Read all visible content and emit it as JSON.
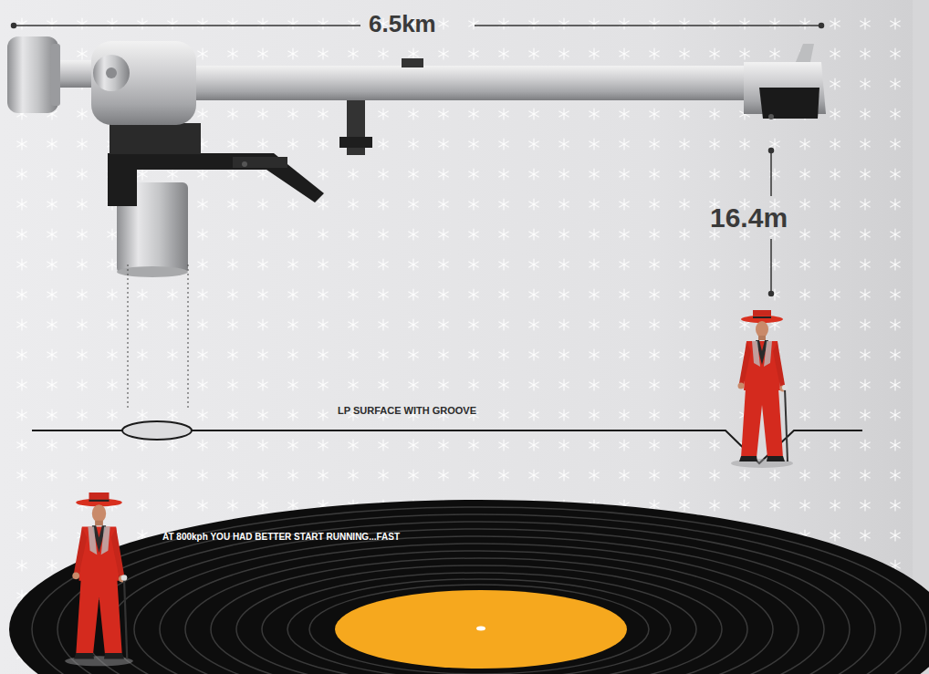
{
  "diagram": {
    "labels": [
      "6.5km",
      "16.4m",
      "LP SURFACE WITH GROOVE",
      "AT 800kph YOU HAD BETTER START RUNNING...FAST"
    ]
  }
}
